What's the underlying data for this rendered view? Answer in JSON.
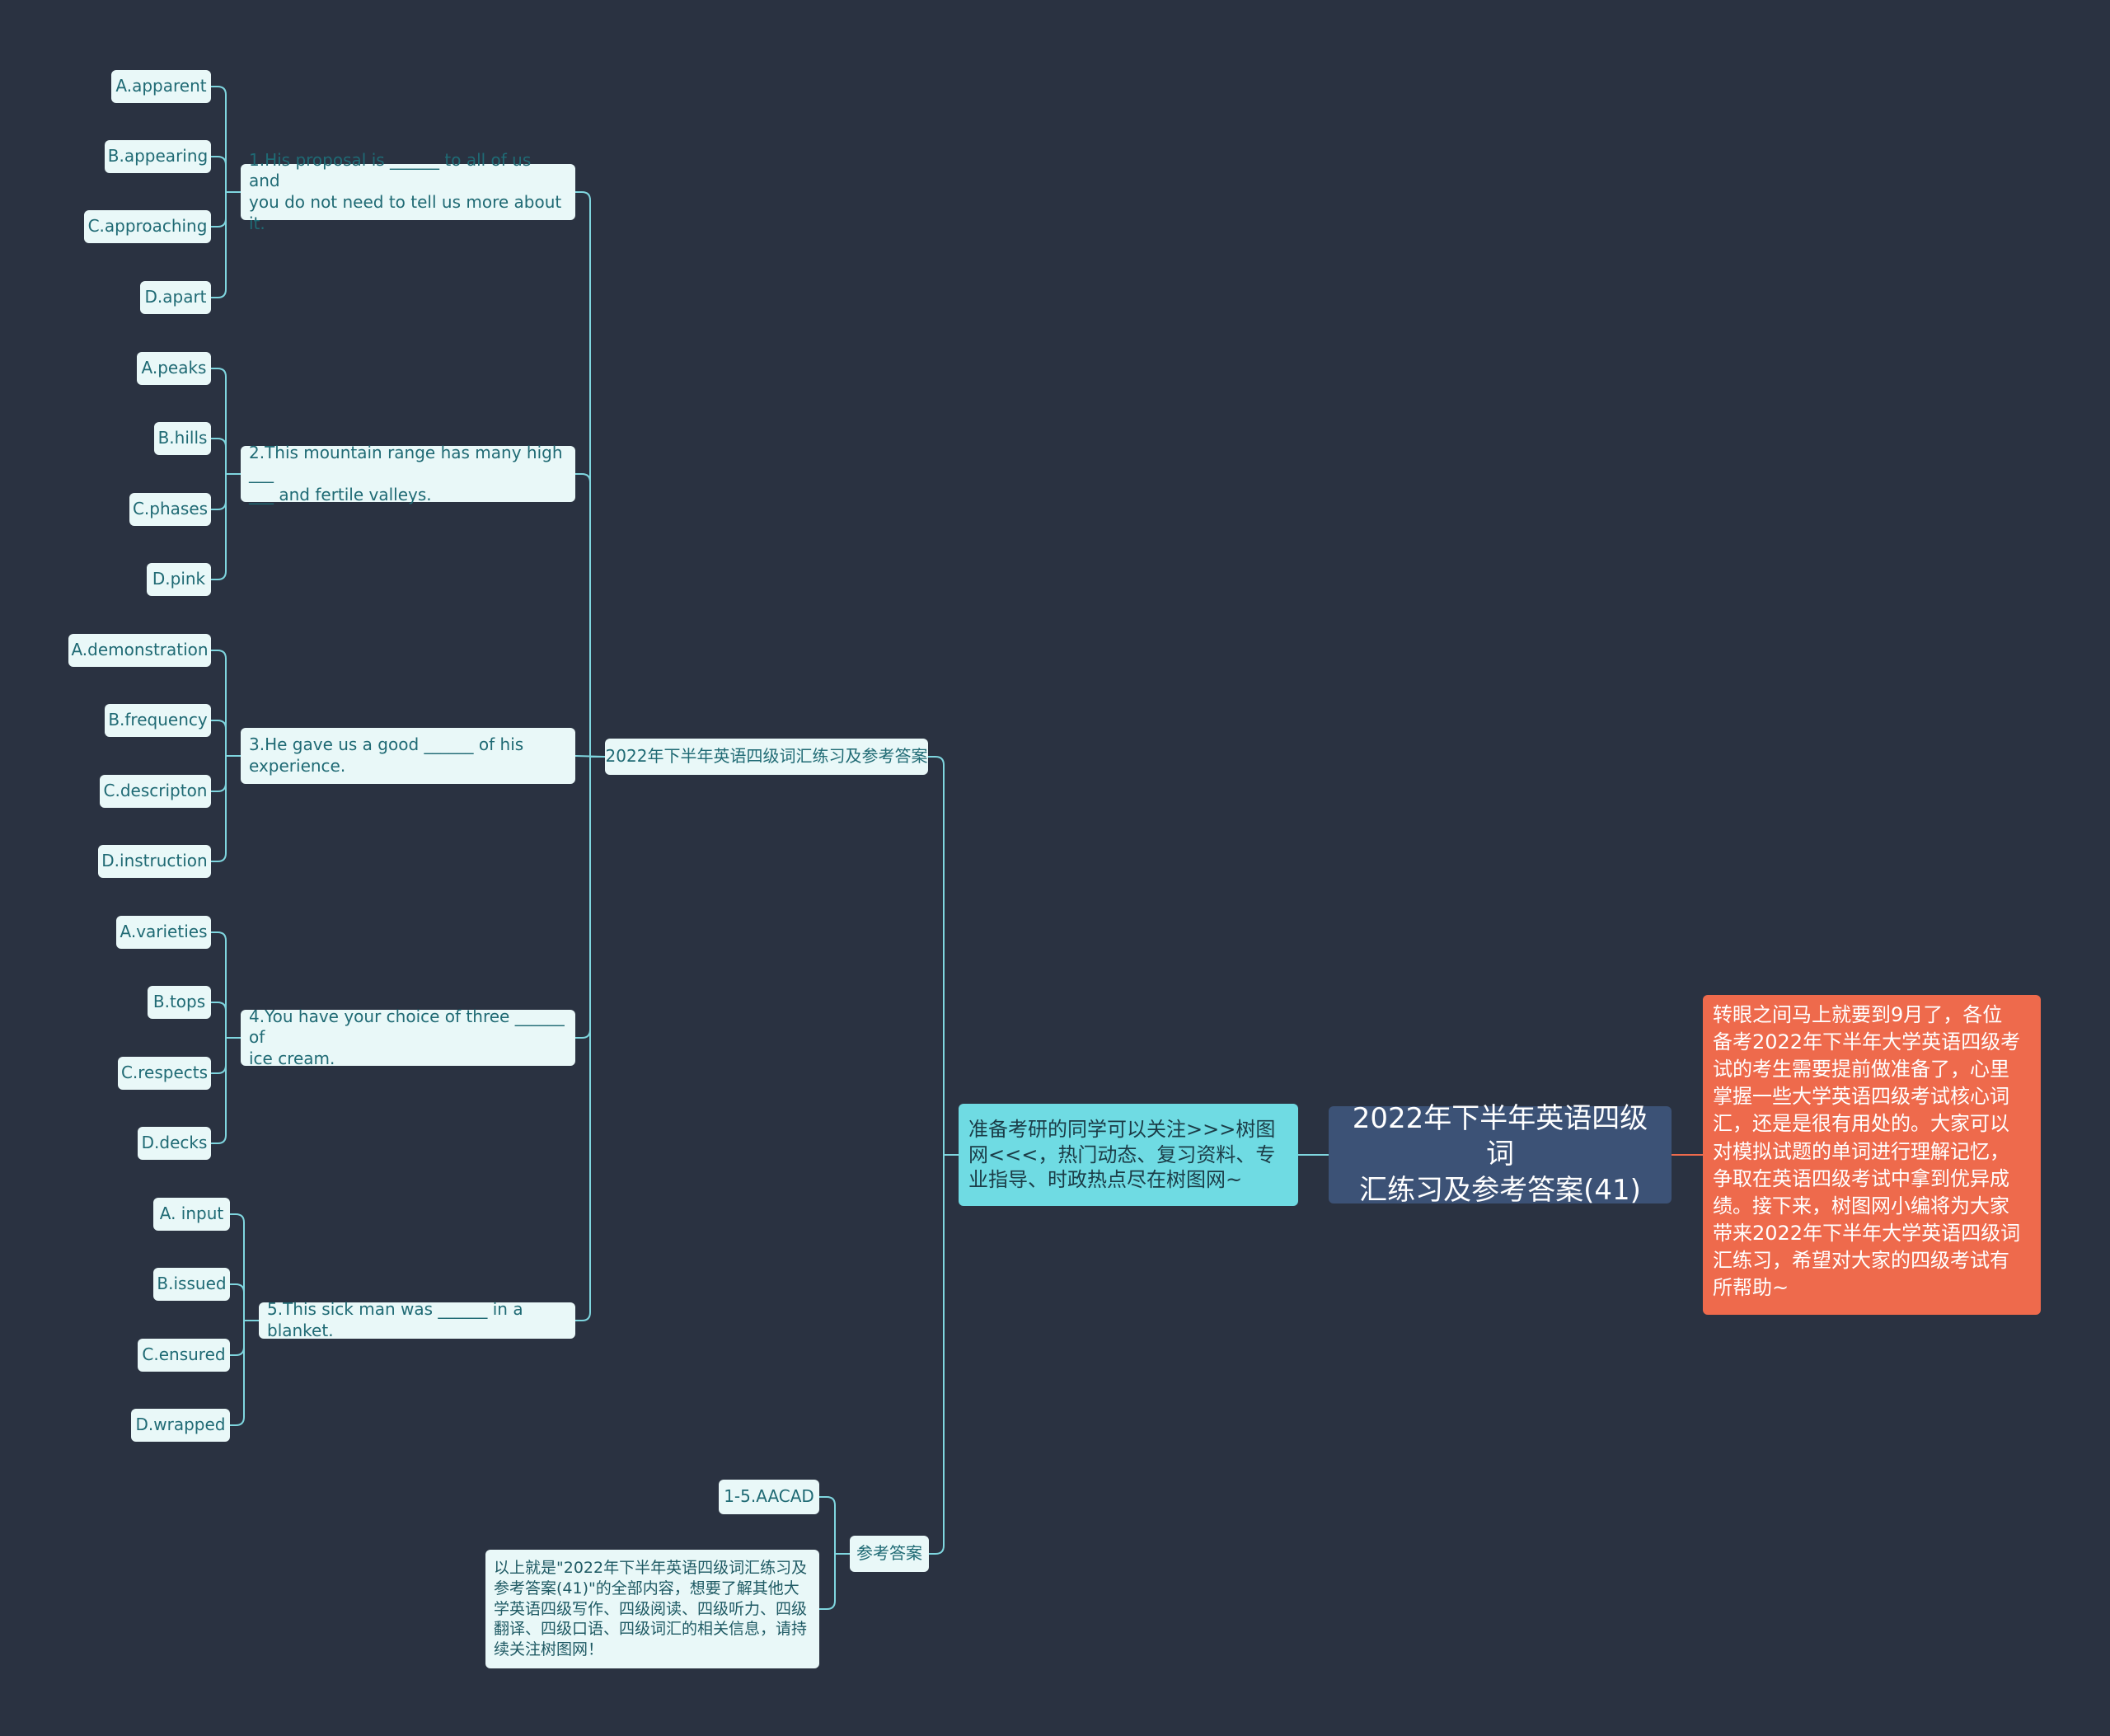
{
  "root": {
    "label": "2022年下半年英语四级词\n汇练习及参考答案(41)"
  },
  "intro": {
    "text": "转眼之间马上就要到9月了，各位\n备考2022年下半年大学英语四级考\n试的考生需要提前做准备了，心里\n掌握一些大学英语四级考试核心词\n汇，还是是很有用处的。大家可以\n对模拟试题的单词进行理解记忆，\n争取在英语四级考试中拿到优异成\n绩。接下来，树图网小编将为大家\n带来2022年下半年大学英语四级词\n汇练习，希望对大家的四级考试有\n所帮助~"
  },
  "cta": {
    "text": "准备考研的同学可以关注>>>树图\n网<<<，热门动态、复习资料、专\n业指导、时政热点尽在树图网~"
  },
  "section_practice": {
    "label": "2022年下半年英语四级词汇练习及参考答案"
  },
  "section_answers": {
    "label": "参考答案"
  },
  "questions": [
    {
      "text": "1.His proposal is ______ to all of us and\nyou do not need to tell us more about it.",
      "options": [
        "A.apparent",
        "B.appearing",
        "C.approaching",
        "D.apart"
      ]
    },
    {
      "text": "2.This mountain range has many high ___\n___ and fertile valleys.",
      "options": [
        "A.peaks",
        "B.hills",
        "C.phases",
        "D.pink"
      ]
    },
    {
      "text": "3.He gave us a good ______ of his\nexperience.",
      "options": [
        "A.demonstration",
        "B.frequency",
        "C.descripton",
        "D.instruction"
      ]
    },
    {
      "text": "4.You have your choice of three ______ of\n ice cream.",
      "options": [
        "A.varieties",
        "B.tops",
        "C.respects",
        "D.decks"
      ]
    },
    {
      "text": "5.This sick man was ______ in a blanket.",
      "options": [
        "A. input",
        "B.issued",
        "C.ensured",
        "D.wrapped"
      ]
    }
  ],
  "answers": {
    "key": "1-5.AACAD",
    "note": "以上就是\"2022年下半年英语四级词汇练习及\n参考答案(41)\"的全部内容，想要了解其他大\n学英语四级写作、四级阅读、四级听力、四级\n翻译、四级口语、四级词汇的相关信息，请持\n续关注树图网！"
  },
  "colors": {
    "background": "#2a3241",
    "link": "#7fd6df",
    "link_root_intro": "#ee6a4c",
    "root": "#3c5276",
    "intro": "#ee6a4c",
    "cta": "#6fdbe3",
    "node": "#e9f8f8"
  }
}
